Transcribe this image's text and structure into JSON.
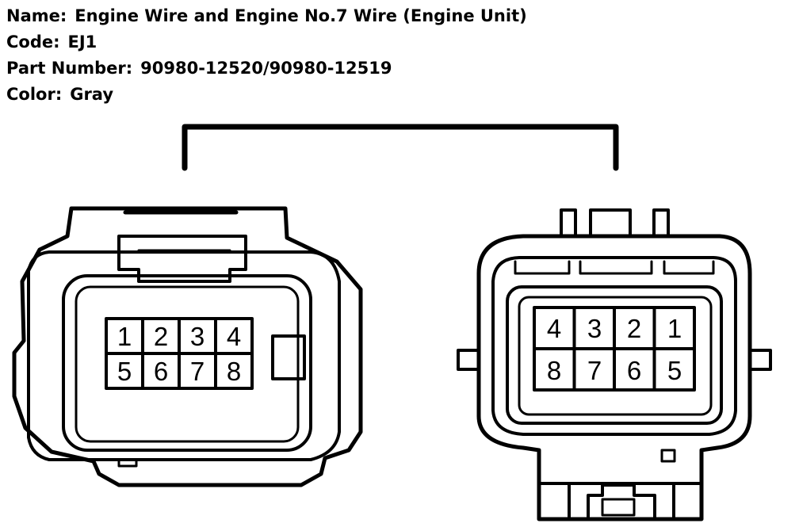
{
  "info": {
    "name_label": "Name:",
    "name_value": "Engine Wire and Engine No.7 Wire (Engine Unit)",
    "code_label": "Code:",
    "code_value": "EJ1",
    "part_label": "Part Number:",
    "part_value": "90980-12520/90980-12519",
    "color_label": "Color:",
    "color_value": "Gray"
  },
  "connectors": {
    "left": {
      "pins_top": [
        "1",
        "2",
        "3",
        "4"
      ],
      "pins_bottom": [
        "5",
        "6",
        "7",
        "8"
      ]
    },
    "right": {
      "pins_top": [
        "4",
        "3",
        "2",
        "1"
      ],
      "pins_bottom": [
        "8",
        "7",
        "6",
        "5"
      ]
    }
  }
}
